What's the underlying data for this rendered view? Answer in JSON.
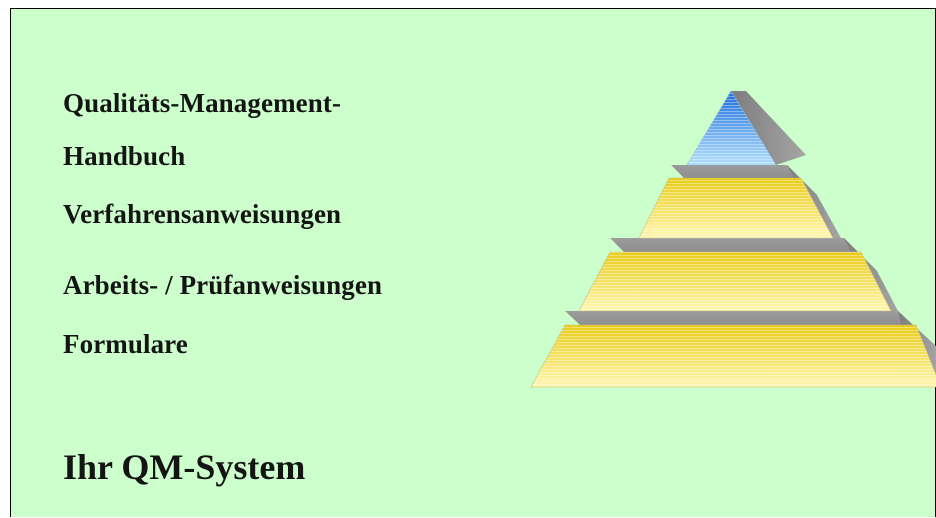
{
  "levels": [
    {
      "label": "Qualitäts-Management-"
    },
    {
      "label": "Handbuch"
    },
    {
      "label": "Verfahrensanweisungen"
    },
    {
      "label": "Arbeits- / Prüfanweisungen"
    },
    {
      "label": "Formulare"
    }
  ],
  "system_title": "Ihr QM-System",
  "colors": {
    "background": "#ccffcc",
    "apex": "#3f96e8",
    "tiers": "#f3dc3c",
    "side": "#8a8a8a",
    "text": "#141414"
  }
}
